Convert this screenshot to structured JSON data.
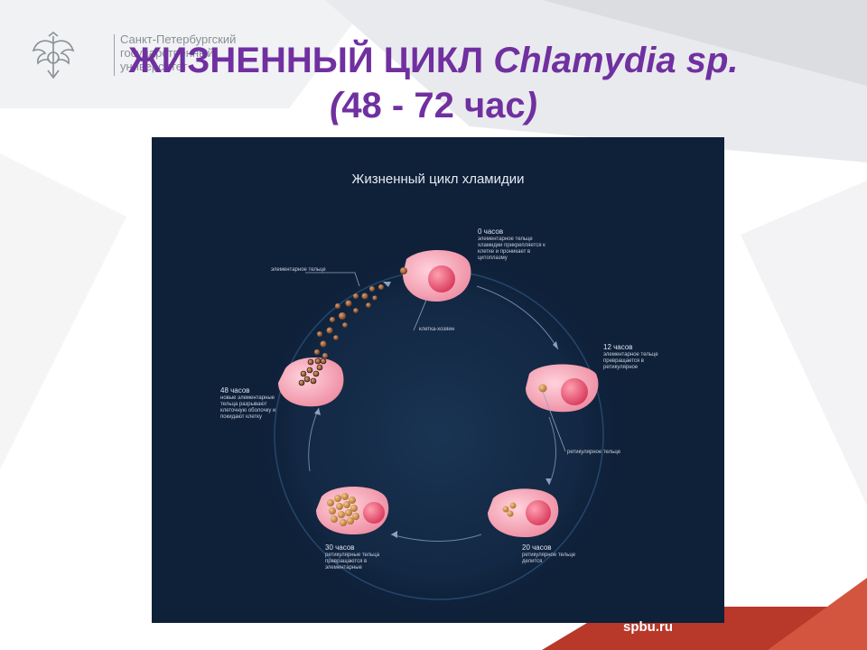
{
  "logo": {
    "lines": [
      "Санкт-Петербургский",
      "государственный",
      "университет"
    ]
  },
  "title": {
    "line1_plain": "ЖИЗНЕННЫЙ ЦИКЛ ",
    "line1_italic": "Chlamydia sp.",
    "line2_open": "(",
    "line2_text": "48 - 72 час",
    "line2_close": ")"
  },
  "diagram": {
    "title": "Жизненный цикл хламидии",
    "labels": {
      "elementary_body": "элементарное тельце",
      "host_cell": "клетка-хозяин",
      "reticulate_body": "ретикулярное тельце"
    },
    "stages": [
      {
        "time": "0 часов",
        "text": "элементарное тельце хламидии прикрепляется к клетке и проникает в цитоплазму"
      },
      {
        "time": "12 часов",
        "text": "элементарное тельце превращается в ретикулярное"
      },
      {
        "time": "20 часов",
        "text": "ретикулярное тельце делится"
      },
      {
        "time": "30 часов",
        "text": "ретикулярные тельца превращаются в элементарные"
      },
      {
        "time": "48 часов",
        "text": "новые элементарные тельца разрывают клеточную оболочку и покидают клетку"
      }
    ]
  },
  "footer": {
    "site": "spbu.ru"
  },
  "colors": {
    "title": "#7030a0",
    "diagram_bg": "#0f2039",
    "cell": "#f2a3b4",
    "nucleus": "#e8546e",
    "footer_red": "#c0392b"
  }
}
